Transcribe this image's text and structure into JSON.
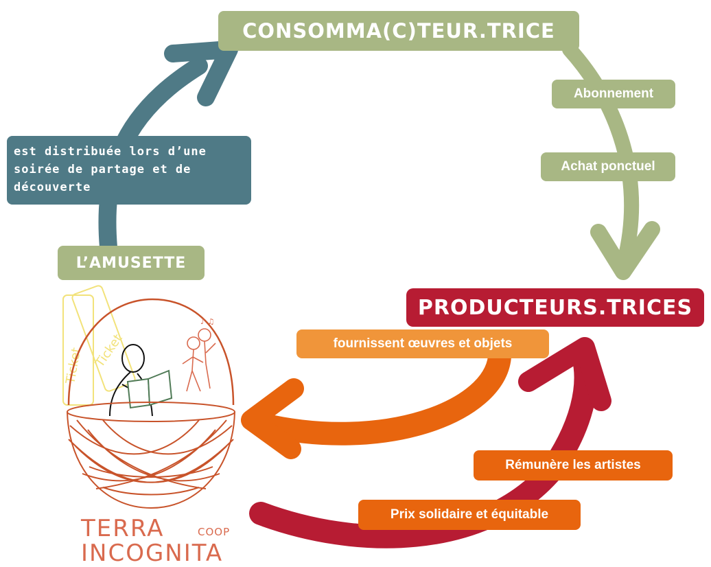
{
  "nodes": {
    "consumer": "CONSOMMA(C)TEUR.TRICE",
    "producers": "PRODUCTEURS.TRICES",
    "amusette": "L’AMUSETTE"
  },
  "edges": {
    "abonnement": "Abonnement",
    "achat": "Achat ponctuel",
    "distribuee": "est distribuée lors d’une soirée de partage et de découverte",
    "fournissent": "fournissent œuvres et objets",
    "remunere": "Rémunère les artistes",
    "prix": "Prix solidaire et équitable"
  },
  "logo": {
    "line1": "TERRA",
    "coop": "COOP",
    "line2": "INCOGNITA"
  },
  "colors": {
    "green": "#a8b784",
    "teal": "#4f7a86",
    "red": "#b71c33",
    "orange": "#e8650e",
    "light_orange": "#f0953a",
    "logo": "#d96a4e",
    "basket": "#c8532a",
    "tickets": "#f2e27a"
  }
}
